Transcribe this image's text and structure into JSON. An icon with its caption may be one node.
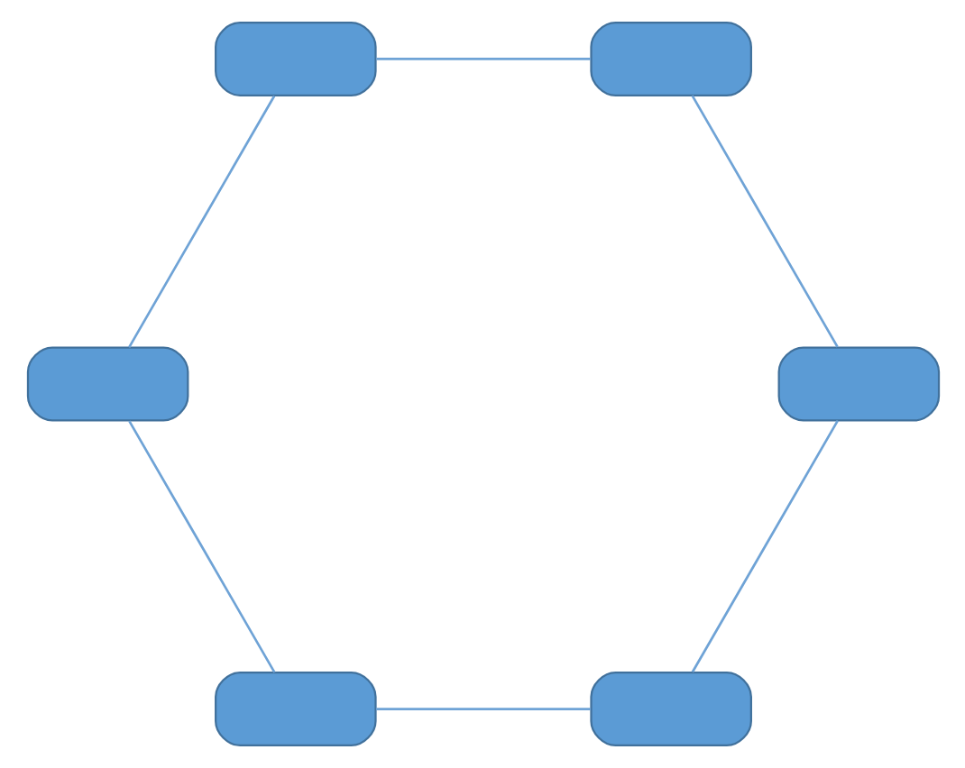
{
  "diagram": {
    "nodes": [
      {
        "text": [],
        "shape": "box"
      },
      {
        "text": [],
        "shape": "box"
      },
      {
        "text": [],
        "shape": "box"
      },
      {
        "text": [],
        "shape": "box"
      },
      {
        "text": [],
        "shape": "box"
      },
      {
        "text": [],
        "shape": "box"
      }
    ],
    "edges": [
      {
        "from": 0,
        "to": 2,
        "arrow": "none"
      },
      {
        "from": 2,
        "to": 4,
        "arrow": "none"
      },
      {
        "from": 4,
        "to": 5,
        "arrow": "none"
      },
      {
        "from": 5,
        "to": 3,
        "arrow": "none"
      },
      {
        "from": 3,
        "to": 1,
        "arrow": "none"
      },
      {
        "from": 1,
        "to": 0,
        "arrow": "none"
      }
    ]
  }
}
